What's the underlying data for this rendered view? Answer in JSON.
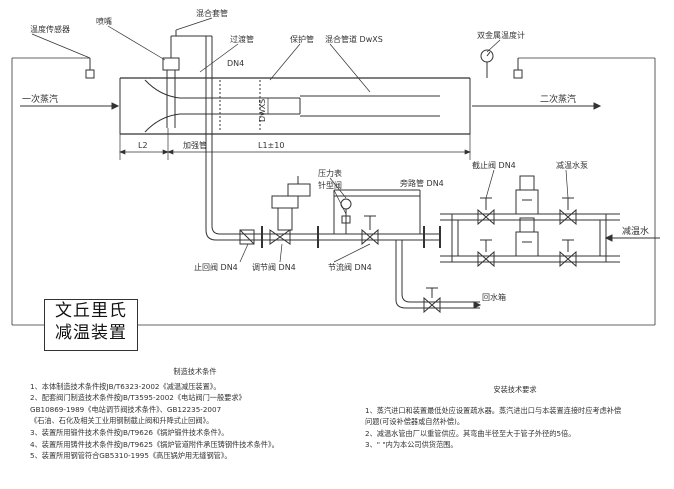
{
  "labels": {
    "temp_sensor": "温度传感器",
    "nozzle": "喷嘴",
    "mixing_sleeve": "混合套管",
    "transition_pipe": "过渡管",
    "protection_pipe": "保护管",
    "mixing_pipe": "混合管道 DwXS",
    "bimetal_thermometer": "双金属温度计",
    "primary_steam": "一次蒸汽",
    "secondary_steam": "二次蒸汽",
    "dn_top": "DN4",
    "dwxs_vertical": "DwXS",
    "l2": "L2",
    "l1": "L1±10",
    "reinforce_pipe": "加强管",
    "pressure_gauge": "压力表",
    "needle_valve": "针型阀",
    "bypass_pipe": "旁路管 DN4",
    "stop_valve": "截止阀 DN4",
    "desuper_pump": "减温水泵",
    "desuper_water": "减温水",
    "shutoff_valve": "止回阀 DN4",
    "regulating_valve": "调节阀 DN4",
    "throttle_valve": "节流阀 DN4",
    "return_tank": "回水箱"
  },
  "title_box": {
    "line1": "文丘里氏",
    "line2": "减温装置"
  },
  "manufacturing": {
    "heading": "制造技术条件",
    "items": [
      "1、本体制造技术条件按JB/T6323-2002《减温减压装置》。",
      "2、配套阀门制造技术条件按JB/T3595-2002《电站阀门一般要求》",
      "   GB10869-1989《电站调节阀技术条件》、GB12235-2007",
      "  《石油、石化及相关工业用钢制截止阀和升降式止回阀》。",
      "3、装置所用锻件技术条件按JB/T9626《锅炉锻件技术条件》。",
      "4、装置所用铸件技术条件按JB/T9625《锅炉管道附件承压铸钢件技术条件》。",
      "5、装置所用钢管符合GB5310-1995《高压锅炉用无缝钢管》。"
    ]
  },
  "installation": {
    "heading": "安装技术要求",
    "items": [
      "1、蒸汽进口和装置最低处应设置疏水器。蒸汽进出口与本装置连接时应考虑补偿",
      "   问题(可设补偿器或自然补偿)。",
      "2、减温水管由厂以重管供应。其弯曲半径至大于管子外径的5倍。",
      "3、\"  \"内为本公司供货范围。"
    ]
  }
}
